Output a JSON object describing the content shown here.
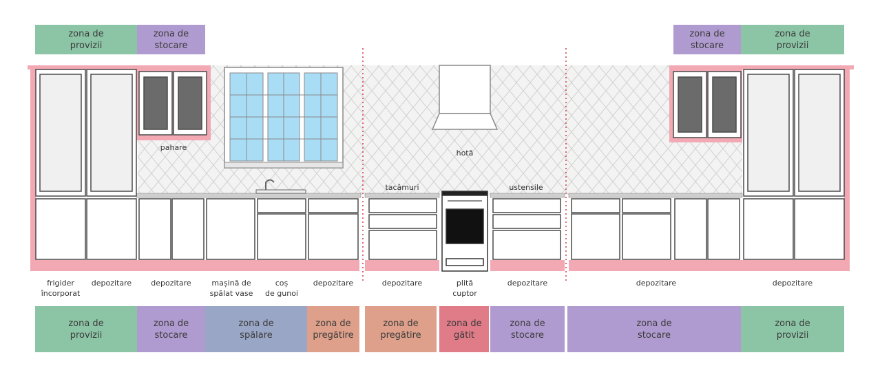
{
  "colors": {
    "provizii": "#8cc5a6",
    "stocare": "#b09bd0",
    "spalare": "#9aa6c6",
    "pregatire": "#dea08a",
    "gatit": "#e07b88",
    "carcass": "#f2a9b4",
    "glass": "#a9dcf5"
  },
  "top_zones": [
    {
      "text": "zona de\nprovizii",
      "kind": "provizii"
    },
    {
      "text": "zona de\nstocare",
      "kind": "stocare"
    },
    {
      "text": "zona de\nstocare",
      "kind": "stocare"
    },
    {
      "text": "zona de\nprovizii",
      "kind": "provizii"
    }
  ],
  "bottom_zones": [
    {
      "text": "zona de\nprovizii",
      "kind": "provizii"
    },
    {
      "text": "zona de\nstocare",
      "kind": "stocare"
    },
    {
      "text": "zona de\nspălare",
      "kind": "spalare"
    },
    {
      "text": "zona de\npregătire",
      "kind": "pregatire"
    },
    {
      "text": "zona de\npregătire",
      "kind": "pregatire"
    },
    {
      "text": "zona de\ngătit",
      "kind": "gatit"
    },
    {
      "text": "zona de\nstocare",
      "kind": "stocare"
    },
    {
      "text": "zona de\nstocare",
      "kind": "stocare"
    },
    {
      "text": "zona de\nprovizii",
      "kind": "provizii"
    }
  ],
  "unit_labels": [
    "frigider\nîncorporat",
    "depozitare",
    "depozitare",
    "mașină de\nspălat vase",
    "coș\nde gunoi",
    "depozitare",
    "depozitare",
    "plită\ncuptor",
    "depozitare",
    "depozitare",
    "depozitare"
  ],
  "wall_labels": {
    "pahare": "pahare",
    "hota": "hotă",
    "tacamuri": "tacâmuri",
    "ustensile": "ustensile"
  }
}
